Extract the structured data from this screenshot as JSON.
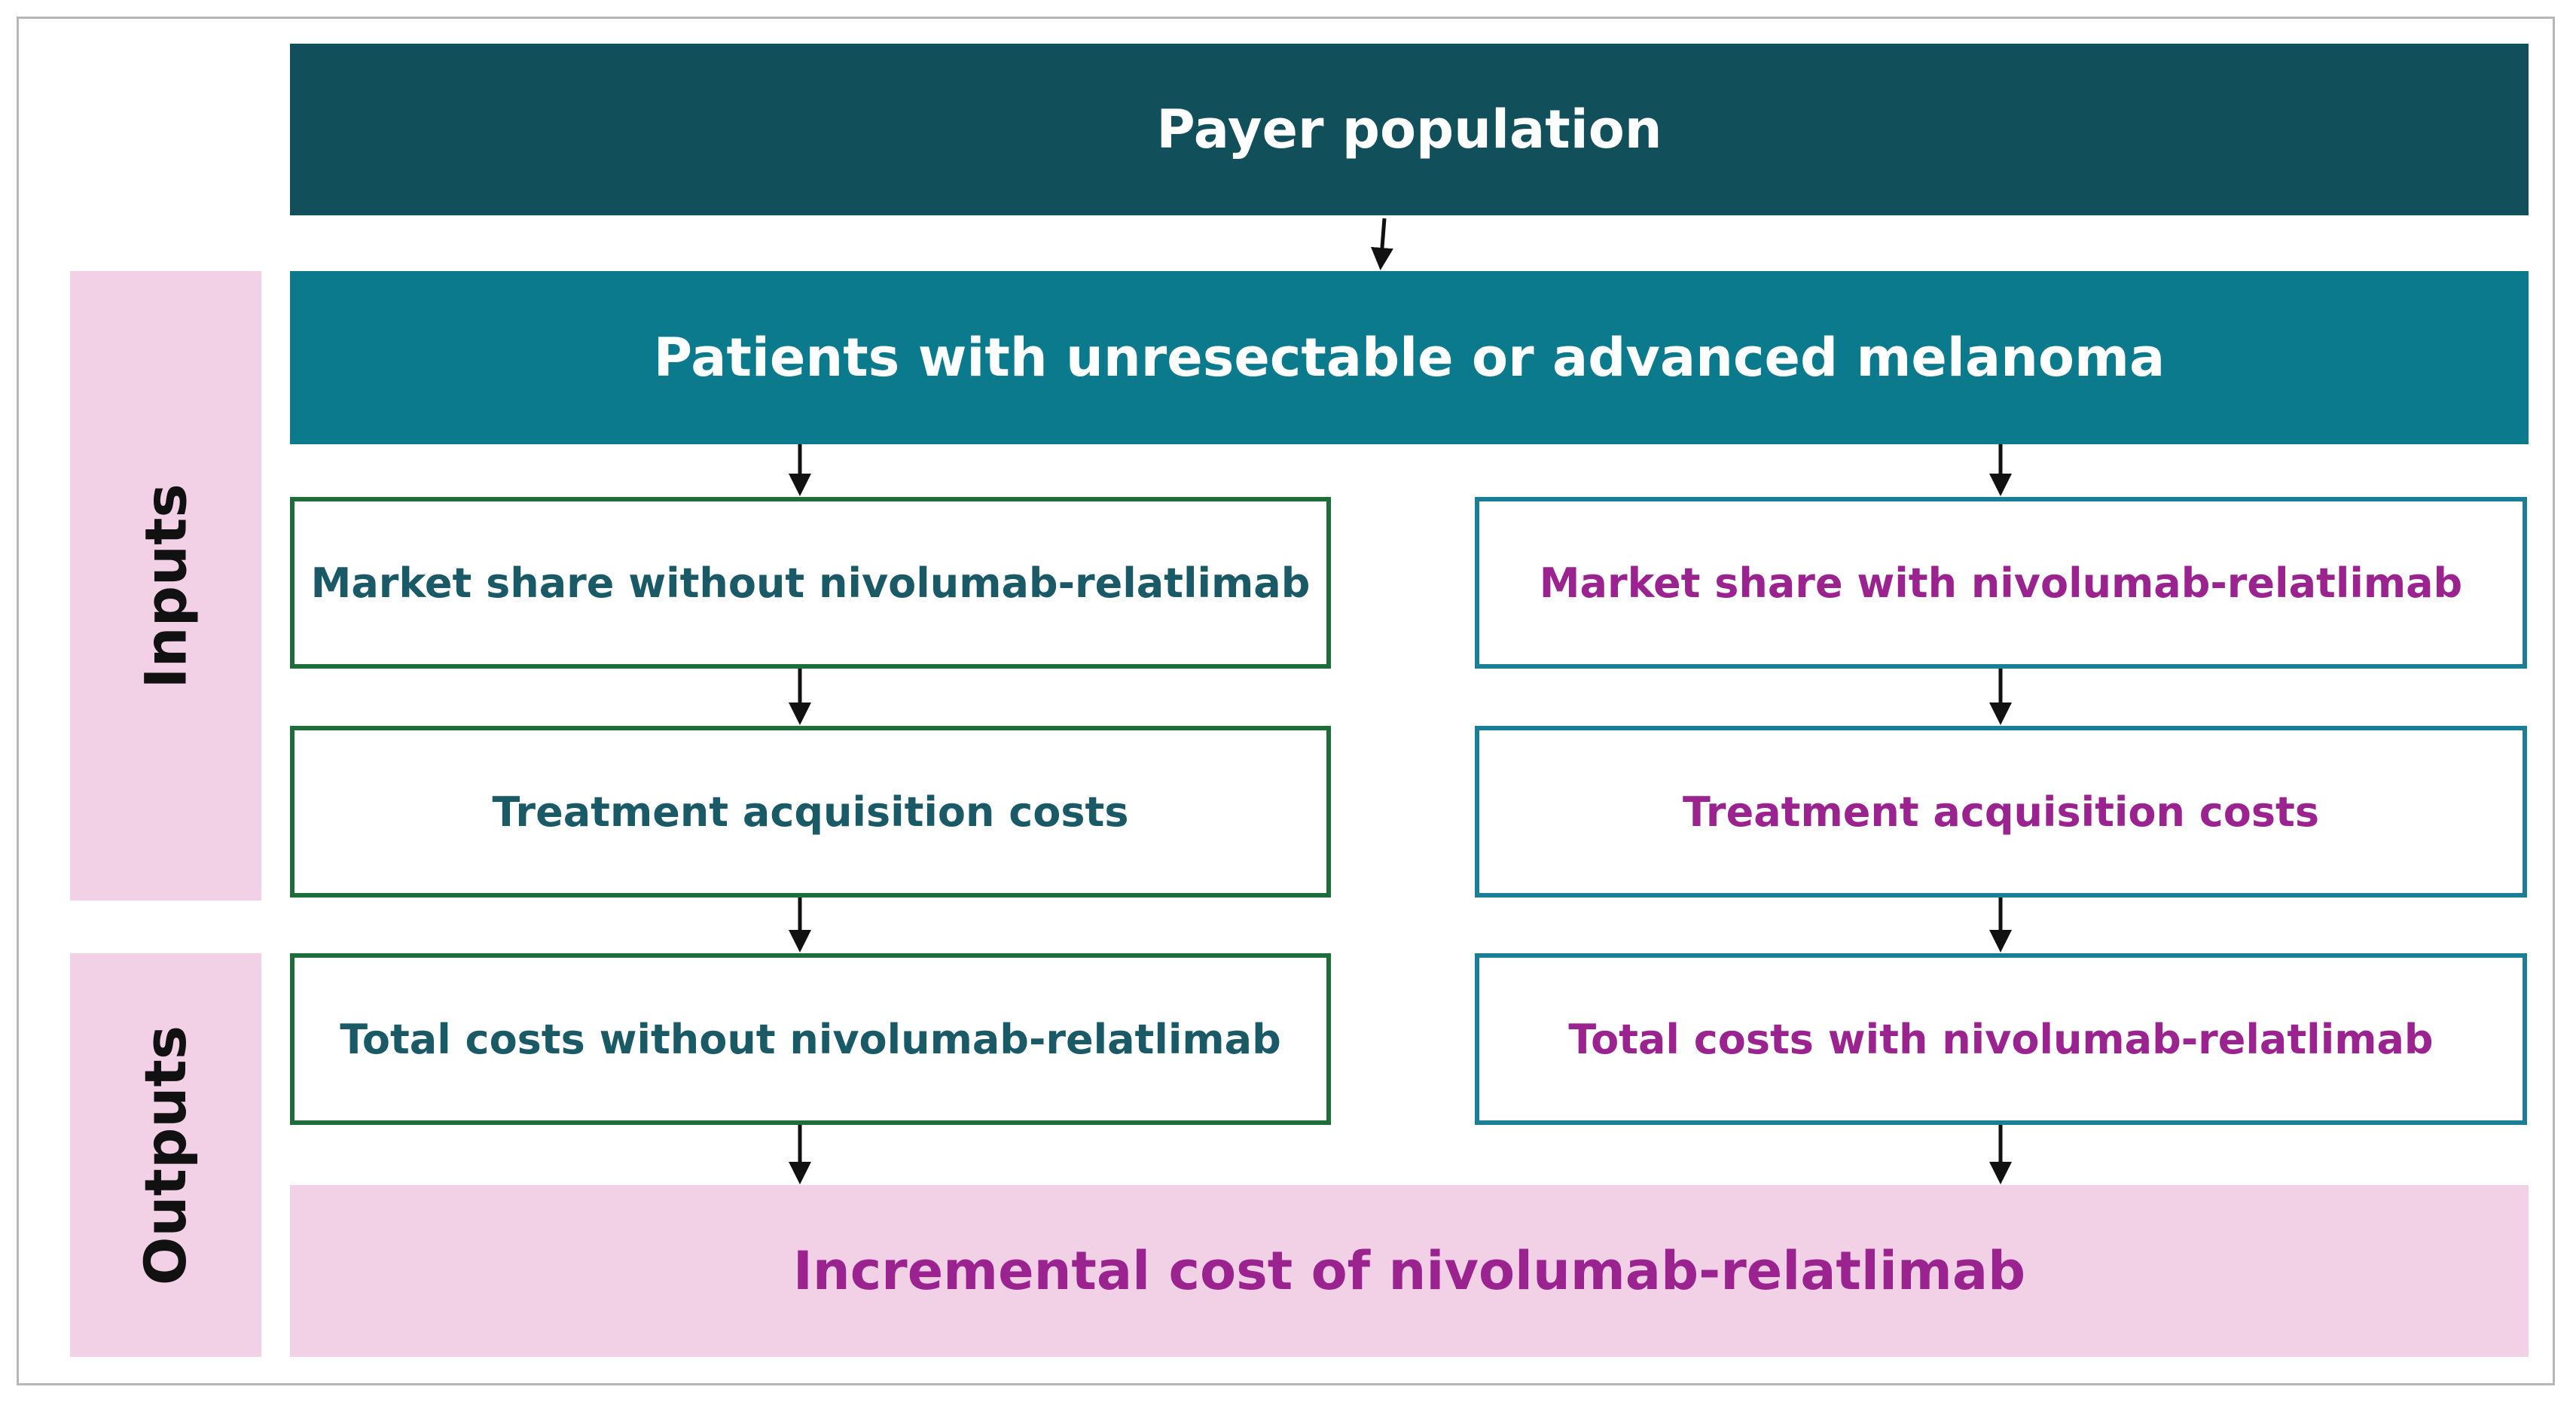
{
  "diagram": {
    "top_label": "Payer population",
    "mid_label": "Patients with unresectable or advanced melanoma",
    "side_inputs_label": "Inputs",
    "side_outputs_label": "Outputs",
    "left_column": {
      "market_share": "Market share without nivolumab-relatlimab",
      "acquisition_costs": "Treatment acquisition costs",
      "total_costs": "Total costs without nivolumab-relatlimab"
    },
    "right_column": {
      "market_share": "Market share with nivolumab-relatlimab",
      "acquisition_costs": "Treatment acquisition costs",
      "total_costs": "Total costs with nivolumab-relatlimab"
    },
    "bottom_label": "Incremental cost of nivolumab-relatlimab"
  },
  "colors": {
    "top_band": "#114f5a",
    "mid_band": "#0a7a8c",
    "pink_band": "#f2d1e6",
    "left_border": "#1f6e3a",
    "right_border": "#1a7f95",
    "left_text": "#1a5a66",
    "right_text": "#9b2390"
  }
}
